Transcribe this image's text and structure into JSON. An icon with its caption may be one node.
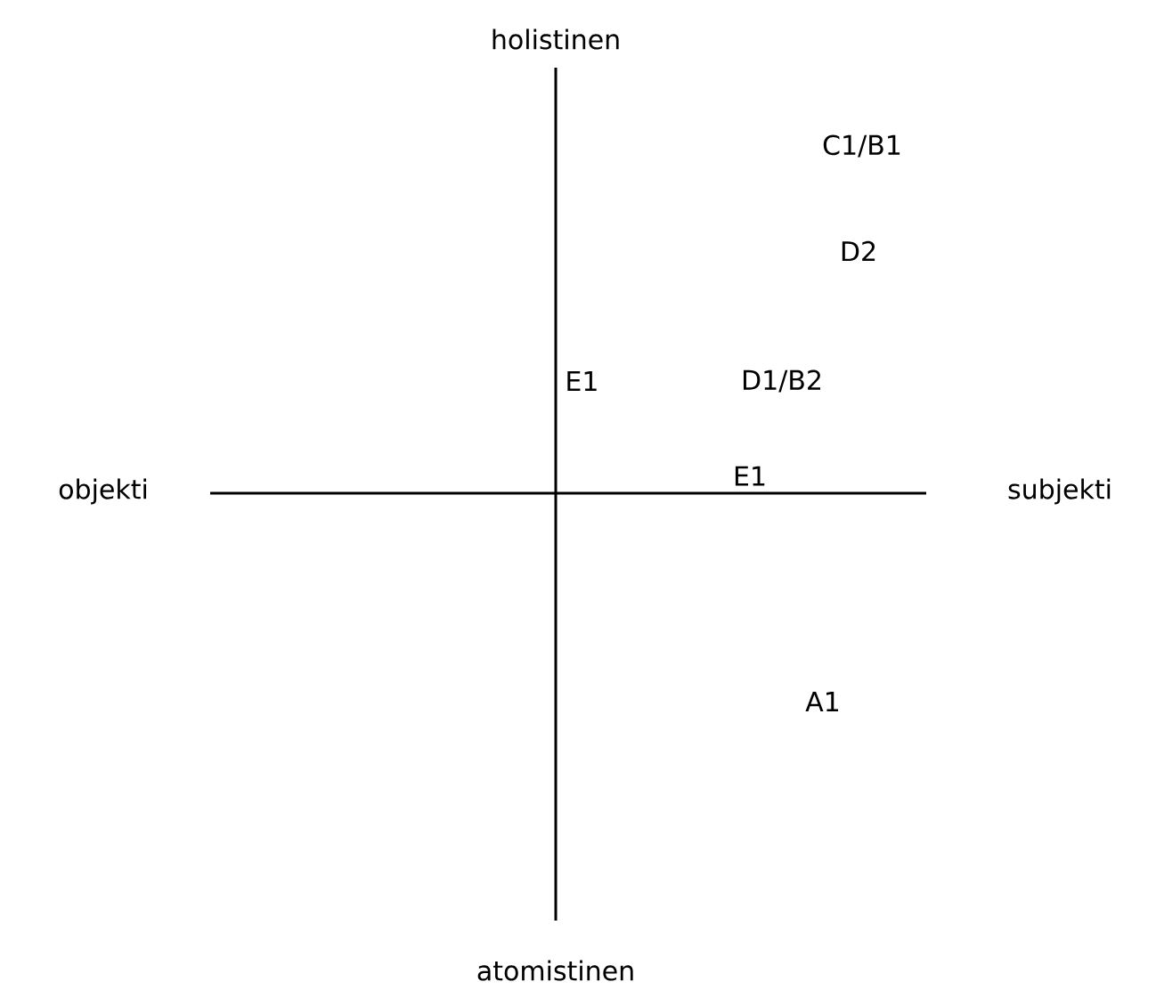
{
  "diagram": {
    "labels": [
      "holistinen",
      "C1/B1",
      "D2",
      "E1",
      "D1/B2",
      "objekti",
      "E1",
      "subjekti",
      "A1",
      "atomistinen"
    ]
  }
}
